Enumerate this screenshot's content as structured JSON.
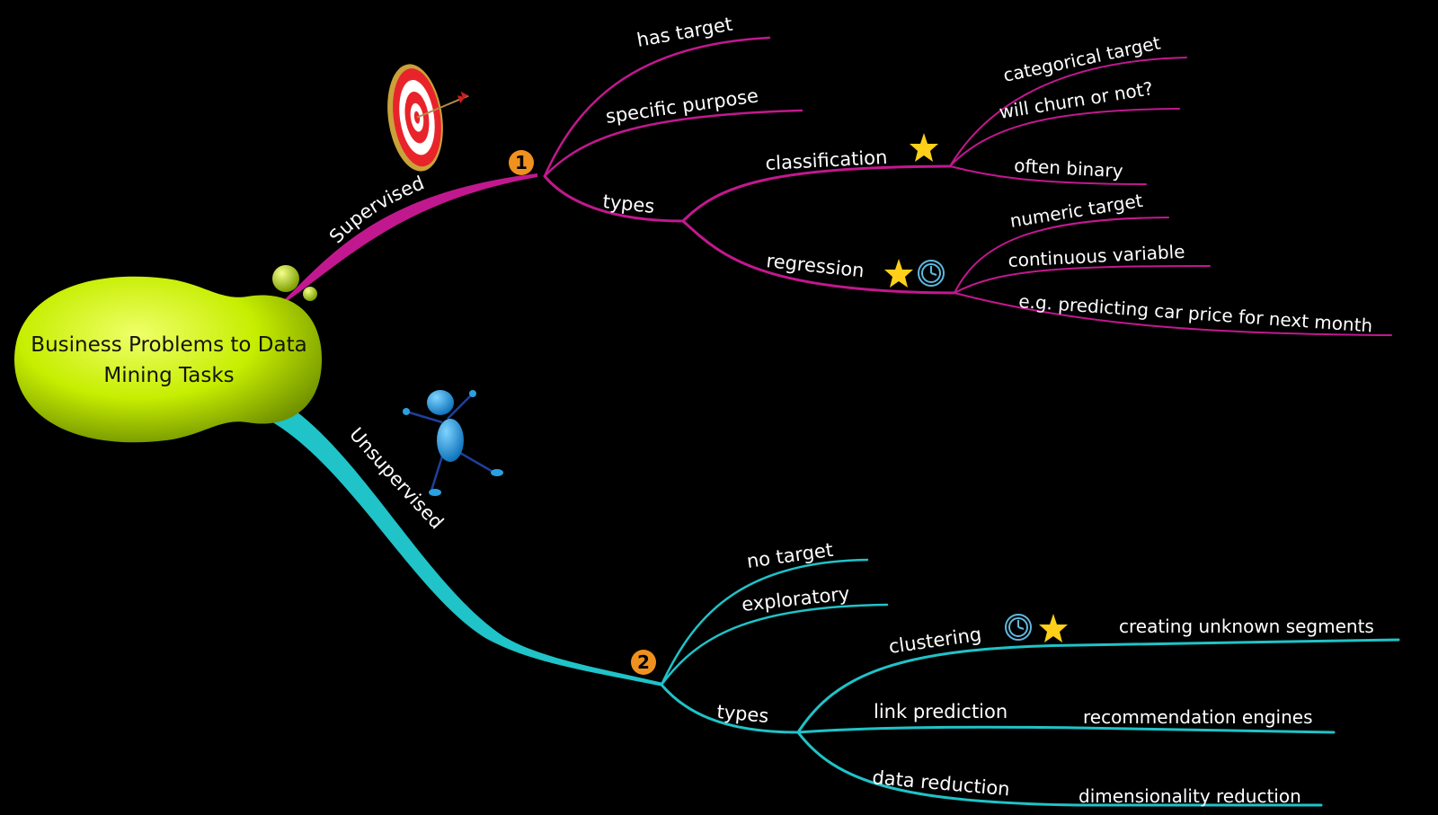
{
  "central_topic": {
    "line1": "Business Problems to Data",
    "line2": "Mining Tasks"
  },
  "colors": {
    "supervised": "#c2188f",
    "unsupervised": "#1fc3c8",
    "center": "#c8f000",
    "badge": "#f0901e",
    "star": "#ffcf1a",
    "clock": "#5fb8e0"
  },
  "supervised": {
    "label": "Supervised",
    "badge": "1",
    "has_target": "has target",
    "specific_purpose": "specific purpose",
    "types": "types",
    "classification": "classification",
    "categorical_target": "categorical target",
    "will_churn": "will churn or not?",
    "often_binary": "often binary",
    "regression": "regression",
    "numeric_target": "numeric target",
    "continuous_variable": "continuous variable",
    "example": "e.g. predicting car price for next month"
  },
  "unsupervised": {
    "label": "Unsupervised",
    "badge": "2",
    "no_target": "no target",
    "exploratory": "exploratory",
    "types": "types",
    "clustering": "clustering",
    "creating_segments": "creating unknown segments",
    "link_prediction": "link prediction",
    "recommendation": "recommendation engines",
    "data_reduction": "data reduction",
    "dimensionality": "dimensionality reduction"
  },
  "icons": [
    "target-icon",
    "figure-icon",
    "star-icon",
    "clock-icon"
  ]
}
